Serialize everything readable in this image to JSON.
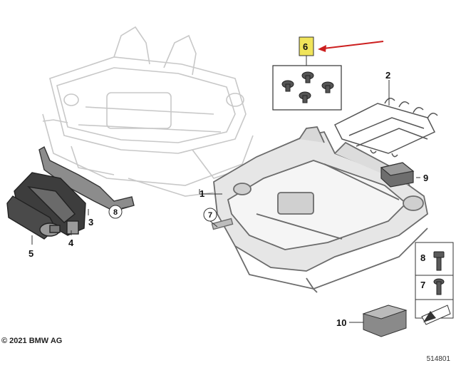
{
  "callouts": {
    "p1": "1",
    "p2": "2",
    "p3": "3",
    "p4": "4",
    "p5": "5",
    "p6": "6",
    "p7": "7",
    "p8": "8",
    "p9": "9",
    "p10": "10"
  },
  "circled_refs": {
    "c7": "7",
    "c8": "8"
  },
  "fastener_panel": {
    "item8": "8",
    "item7": "7"
  },
  "copyright": "© 2021 BMW AG",
  "diagram_number": "514801",
  "colors": {
    "highlight": "#f0e45a",
    "arrow": "#cc1f1f",
    "part_gray": "#8a8a8a",
    "ghost": "#c8c8c8"
  }
}
